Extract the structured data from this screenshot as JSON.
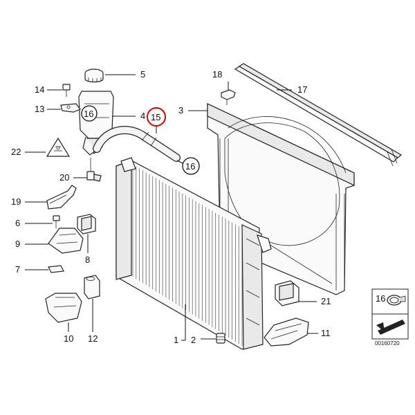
{
  "callouts": [
    {
      "id": "5",
      "label": "5"
    },
    {
      "id": "14",
      "label": "14"
    },
    {
      "id": "13",
      "label": "13"
    },
    {
      "id": "16a",
      "label": "16"
    },
    {
      "id": "4",
      "label": "4"
    },
    {
      "id": "15",
      "label": "15"
    },
    {
      "id": "16b",
      "label": "16"
    },
    {
      "id": "22",
      "label": "22"
    },
    {
      "id": "20",
      "label": "20"
    },
    {
      "id": "19",
      "label": "19"
    },
    {
      "id": "6",
      "label": "6"
    },
    {
      "id": "9",
      "label": "9"
    },
    {
      "id": "8",
      "label": "8"
    },
    {
      "id": "7",
      "label": "7"
    },
    {
      "id": "10",
      "label": "10"
    },
    {
      "id": "12",
      "label": "12"
    },
    {
      "id": "18",
      "label": "18"
    },
    {
      "id": "17",
      "label": "17"
    },
    {
      "id": "3",
      "label": "3"
    },
    {
      "id": "21",
      "label": "21"
    },
    {
      "id": "11",
      "label": "11"
    },
    {
      "id": "1",
      "label": "1"
    },
    {
      "id": "2",
      "label": "2"
    }
  ],
  "highlight": {
    "label": "15",
    "color": "#d10000"
  },
  "legend_box": {
    "label": "16"
  },
  "drawing_code": "00160720"
}
